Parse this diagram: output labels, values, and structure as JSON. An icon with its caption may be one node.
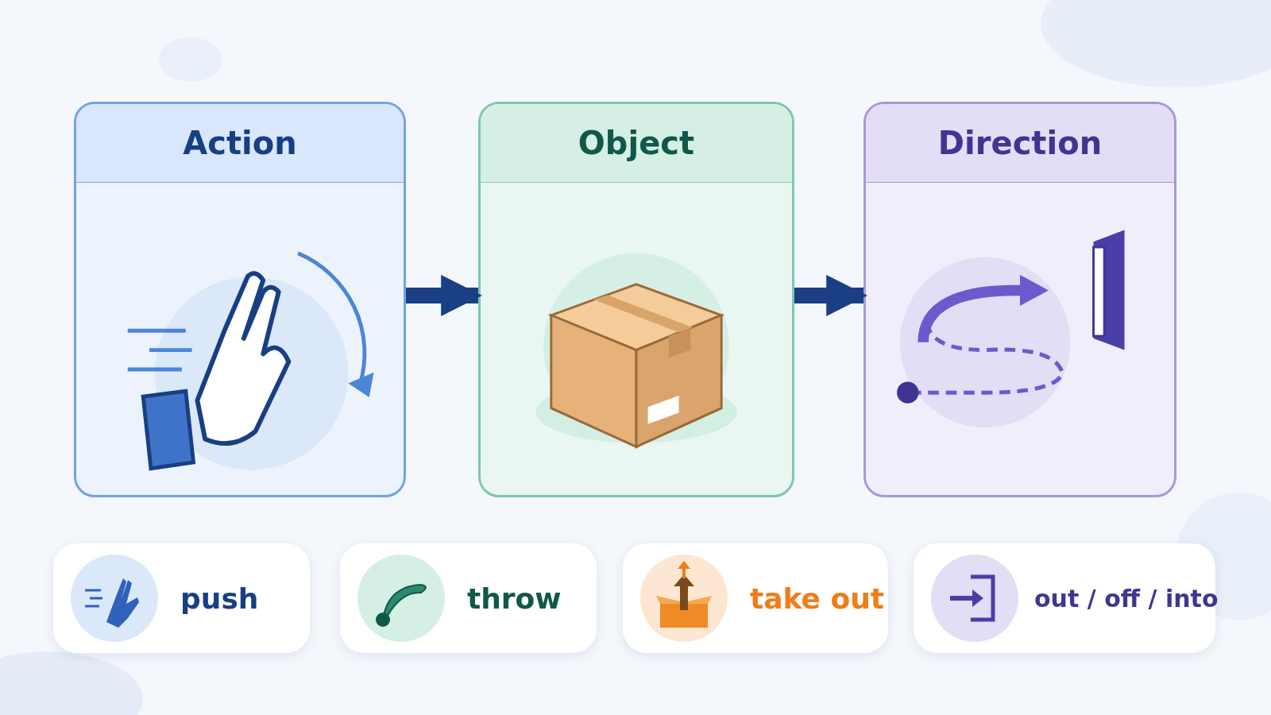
{
  "diagram": {
    "nodes": [
      {
        "text": [
          "Action"
        ]
      },
      {
        "text": [
          "Object"
        ]
      },
      {
        "text": [
          "Direction"
        ]
      },
      {
        "text": [
          "push"
        ]
      },
      {
        "text": [
          "throw"
        ]
      },
      {
        "text": [
          "take out"
        ]
      },
      {
        "text": [
          "out / off / into"
        ]
      }
    ],
    "edges": [
      {
        "from": 0,
        "to": 1,
        "arrow": "to"
      },
      {
        "from": 1,
        "to": 2,
        "arrow": "to"
      }
    ]
  }
}
